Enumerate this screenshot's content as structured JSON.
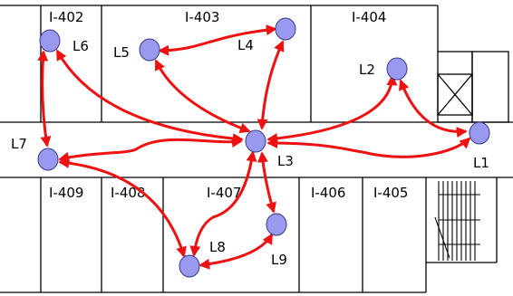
{
  "rooms": [
    "I-402",
    "I-403",
    "I-404",
    "I-409",
    "I-408",
    "I-407",
    "I-406",
    "I-405"
  ],
  "nodes": [
    "L1",
    "L2",
    "L3",
    "L4",
    "L5",
    "L6",
    "L7",
    "L8",
    "L9"
  ],
  "colors": {
    "node_fill": "#9999f0",
    "node_stroke": "#3a3a8a",
    "arrow": "#ee1111",
    "wall": "#000000"
  }
}
